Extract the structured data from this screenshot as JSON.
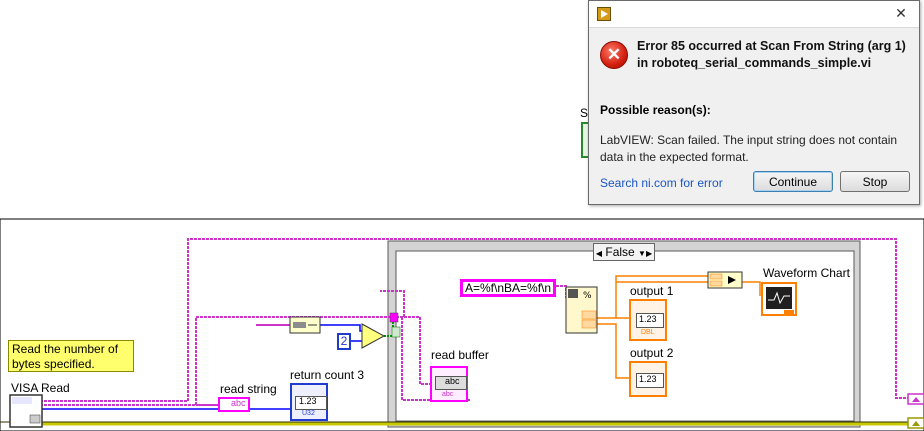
{
  "dialog": {
    "title_text": "",
    "error_title": "Error 85 occurred at Scan From String (arg 1) in roboteq_serial_commands_simple.vi",
    "reason_heading": "Possible reason(s):",
    "reason_text": "LabVIEW:  Scan failed. The input string does not contain data in the expected format.",
    "search_link": "Search ni.com for error",
    "continue_label": "Continue",
    "stop_label": "Stop",
    "close_glyph": "✕",
    "error_glyph": "✕"
  },
  "diagram": {
    "note_text": "Read the number of bytes specified.",
    "visa_read_label": "VISA Read",
    "read_string_label": "read string",
    "return_count_label": "return count 3",
    "read_buffer_label": "read buffer",
    "format_string": "A=%f\\nBA=%f\\n",
    "case_selector_value": "False",
    "output1_label": "output 1",
    "output2_label": "output 2",
    "waveform_chart_label": "Waveform Chart",
    "constant_value": "2",
    "num_text": "1.23",
    "abc_text": "abc",
    "dbl_tag": "DBL",
    "u32_tag": "U32",
    "partial_label": "S"
  },
  "colors": {
    "string_wire": "#cc33cc",
    "numeric_wire": "#ff8000",
    "integer_wire": "#0000ff",
    "error_wire": "#c9c900",
    "boolean_wire": "#009900"
  }
}
